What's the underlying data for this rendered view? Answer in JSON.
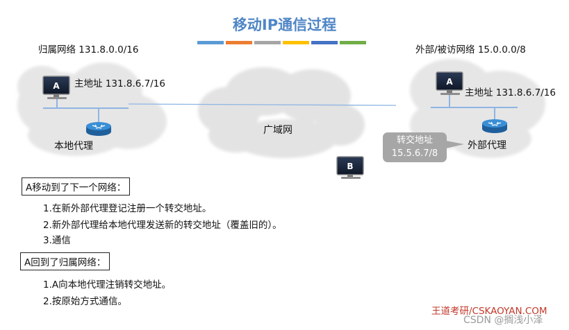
{
  "title": "移动IP通信过程",
  "title_bar_colors": [
    "#5b9bd5",
    "#ed7d31",
    "#a5a5a5",
    "#ffc000",
    "#4472c4",
    "#70ad47"
  ],
  "home_network": {
    "label": "归属网络 131.8.0.0/16",
    "host_label": "A",
    "host_address": "主地址 131.8.6.7/16",
    "agent_label": "本地代理"
  },
  "foreign_network": {
    "label": "外部/被访网络 15.0.0.0/8",
    "host_label": "A",
    "host_address": "主地址 131.8.6.7/16",
    "agent_label": "外部代理",
    "care_of_title": "转交地址",
    "care_of_address": "15.5.6.7/8"
  },
  "wan_label": "广域网",
  "peer_host_label": "B",
  "section1": {
    "heading": "A移动到了下一个网络：",
    "steps": [
      "1.在新外部代理登记注册一个转交地址。",
      "2.新外部代理给本地代理发送新的转交地址（覆盖旧的）。",
      "3.通信"
    ]
  },
  "section2": {
    "heading": "A回到了归属网络：",
    "steps": [
      "1.A向本地代理注销转交地址。",
      "2.按原始方式通信。"
    ]
  },
  "footer": "王道考研/CSKAOYAN.COM",
  "watermark": "CSDN @搁浅小泽",
  "colors": {
    "title": "#4f86c6",
    "network_line": "#8eb4e3",
    "router": "#2e75b6",
    "cloud": "#ececec",
    "callout": "#a6a6a6",
    "footer": "#c0392b"
  }
}
